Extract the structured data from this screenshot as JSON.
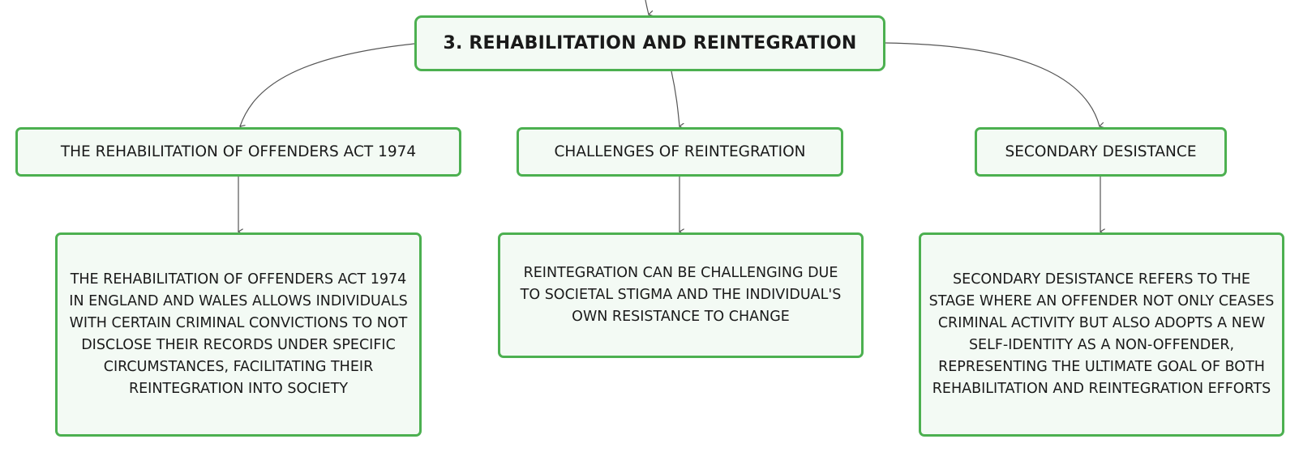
{
  "root": {
    "label": "3. REHABILITATION AND REINTEGRATION"
  },
  "topics": [
    {
      "label": "THE REHABILITATION OF OFFENDERS ACT 1974",
      "detail": "THE REHABILITATION OF OFFENDERS ACT 1974 IN ENGLAND AND WALES ALLOWS INDIVIDUALS WITH CERTAIN CRIMINAL CONVICTIONS TO NOT DISCLOSE THEIR RECORDS UNDER SPECIFIC CIRCUMSTANCES, FACILITATING THEIR REINTEGRATION INTO SOCIETY"
    },
    {
      "label": "CHALLENGES OF REINTEGRATION",
      "detail": "REINTEGRATION CAN BE CHALLENGING DUE TO SOCIETAL STIGMA AND THE INDIVIDUAL'S OWN RESISTANCE TO CHANGE"
    },
    {
      "label": "SECONDARY DESISTANCE",
      "detail": "SECONDARY DESISTANCE REFERS TO THE STAGE WHERE AN OFFENDER NOT ONLY CEASES CRIMINAL ACTIVITY BUT ALSO ADOPTS A NEW SELF-IDENTITY AS A NON-OFFENDER, REPRESENTING THE ULTIMATE GOAL OF BOTH REHABILITATION AND REINTEGRATION EFFORTS"
    }
  ],
  "colors": {
    "node_border": "#4cb050",
    "node_fill": "#f3faf4",
    "connector": "#555555"
  }
}
